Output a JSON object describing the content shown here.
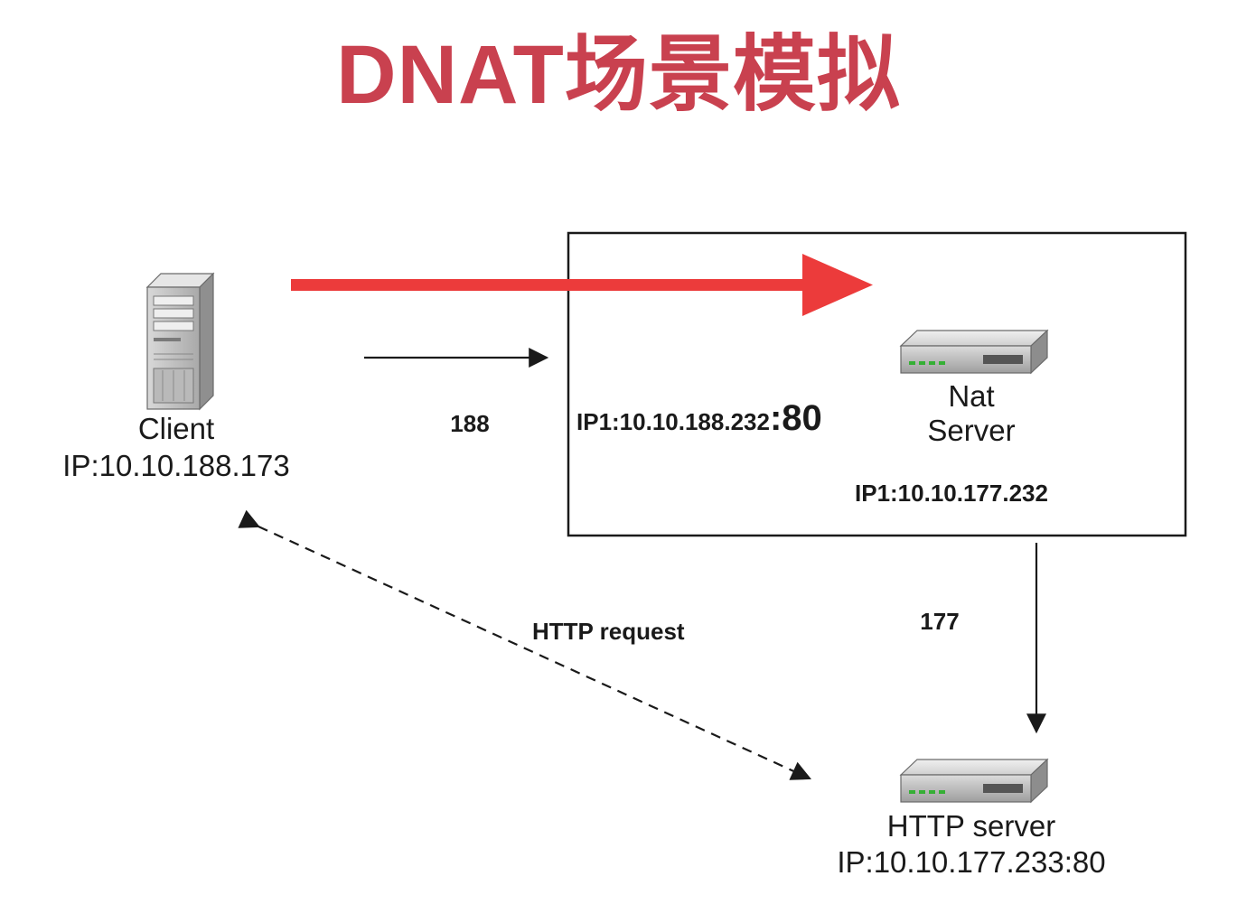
{
  "title": "DNAT场景模拟",
  "client": {
    "name": "Client",
    "ip": "IP:10.10.188.173"
  },
  "link_client_nat": {
    "label": "188"
  },
  "nat_server": {
    "name_line1": "Nat",
    "name_line2": "Server",
    "outer_ip": "IP1:10.10.188.232",
    "outer_port": ":80",
    "inner_ip": "IP1:10.10.177.232"
  },
  "link_nat_http": {
    "label": "177"
  },
  "http_request": {
    "label": "HTTP request"
  },
  "http_server": {
    "name": "HTTP server",
    "ip": "IP:10.10.177.233:80"
  },
  "colors": {
    "title": "#c9414f",
    "highlight_arrow": "#ec3b3b",
    "line": "#1a1a1a",
    "device_body": "#c8c8c8",
    "device_led": "#35b035"
  },
  "icons": {
    "client": "tower-computer-icon",
    "nat_server": "network-appliance-icon",
    "http_server": "network-appliance-icon"
  }
}
